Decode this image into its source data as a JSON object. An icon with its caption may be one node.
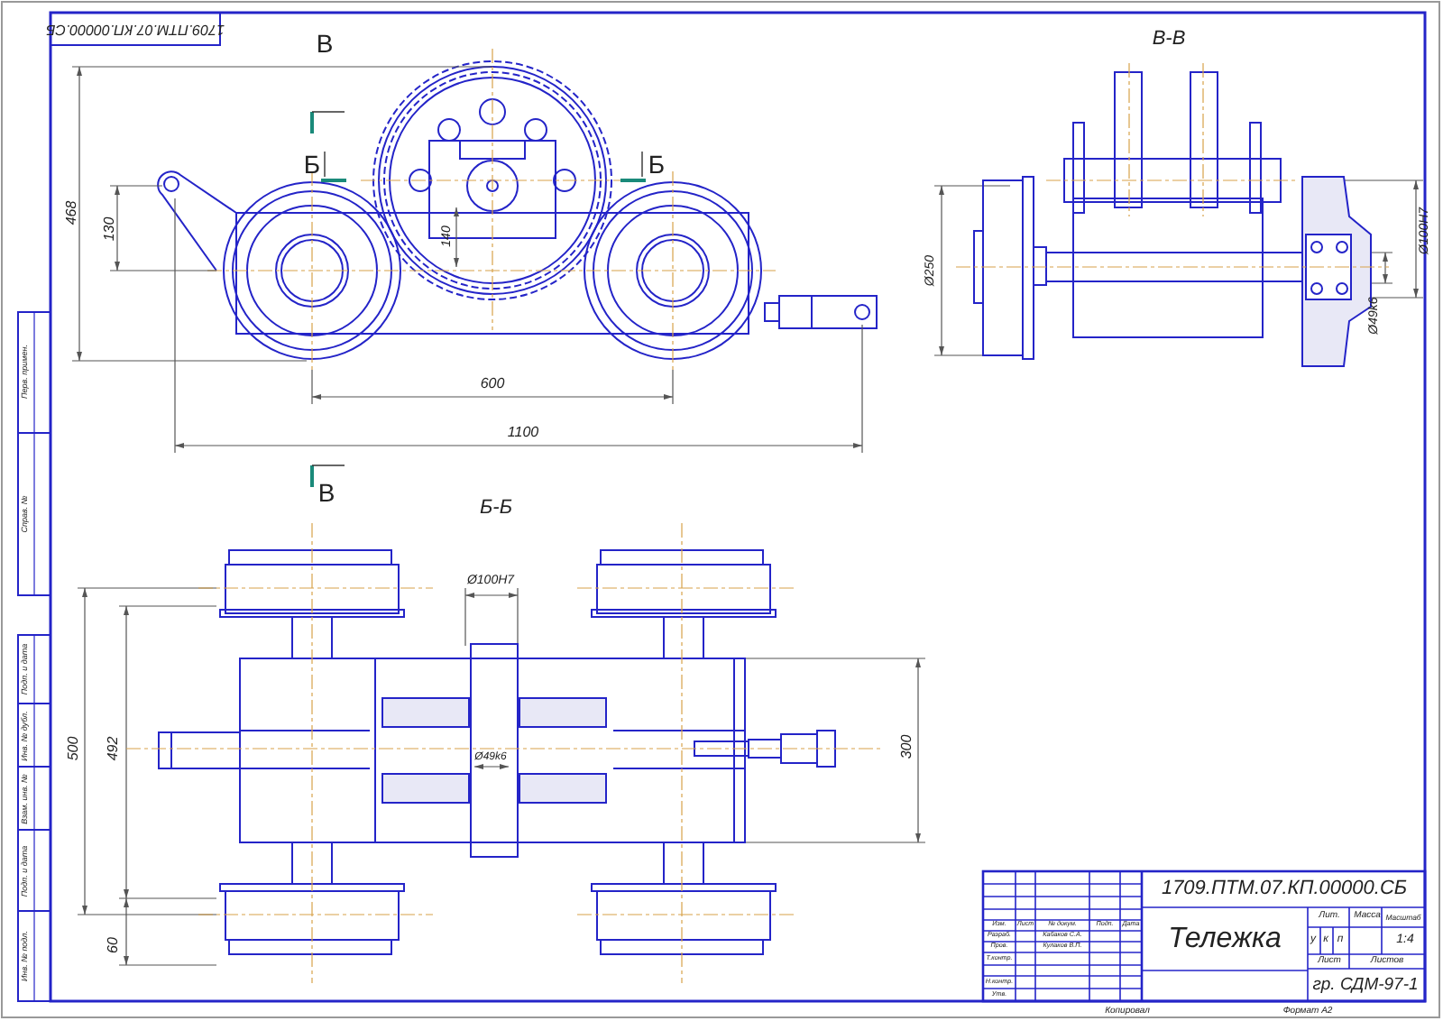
{
  "diagram": {
    "labels": [
      "1709.ПТМ.07.КП.00000.СБ",
      "В",
      "Б",
      "Б",
      "468",
      "130",
      "140",
      "600",
      "1100",
      "В-В",
      "Ø250",
      "Ø100H7",
      "Ø49k6",
      "В",
      "Б-Б",
      "Ø100H7",
      "500",
      "492",
      "300",
      "Ø49k6",
      "60",
      "1709.ПТМ.07.КП.00000.СБ",
      "Изм.",
      "Лист",
      "№ докум.",
      "Подп.",
      "Дата",
      "Разраб.",
      "Кабаков С.А.",
      "Пров.",
      "Кулаков В.П.",
      "Т.контр.",
      "Н.контр.",
      "Утв.",
      "Тележка",
      "Лит.",
      "Масса",
      "Масштаб",
      "у",
      "к",
      "п",
      "1:4",
      "Лист",
      "Листов",
      "гр. СДМ-97-1",
      "Копировал",
      "Формат А2",
      "Перв. примен.",
      "Справ. №",
      "Подп. и дата",
      "Инв. № дубл.",
      "Взам. инв. №",
      "Подп. и дата",
      "Инв. № подл."
    ]
  }
}
